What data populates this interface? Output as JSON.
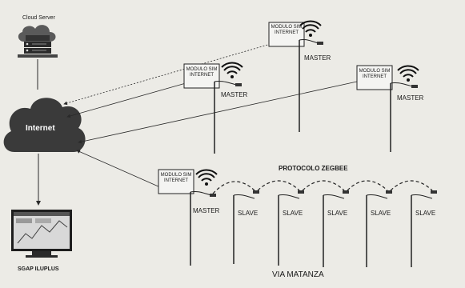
{
  "labels": {
    "cloud_server": "Cloud Server",
    "internet": "Internet",
    "sgap": "SGAP ILUPLUS",
    "protocol": "PROTOCOLO ZEGBEE",
    "street": "VIA MATANZA",
    "master": "MASTER",
    "slave": "SLAVE",
    "module_line1": "MODULO SIM",
    "module_line2": "INTERNET"
  },
  "masters": [
    {
      "role": "MASTER",
      "module": "MODULO SIM INTERNET"
    },
    {
      "role": "MASTER",
      "module": "MODULO SIM INTERNET"
    },
    {
      "role": "MASTER",
      "module": "MODULO SIM INTERNET"
    },
    {
      "role": "MASTER",
      "module": "MODULO SIM INTERNET"
    }
  ],
  "slaves": [
    "SLAVE",
    "SLAVE",
    "SLAVE",
    "SLAVE",
    "SLAVE"
  ],
  "colors": {
    "background": "#ecebe6",
    "line": "#2a2a2a",
    "cloud": "#3c3c3c",
    "internet_text": "#ffffff"
  },
  "icons": [
    "cloud-server-icon",
    "internet-cloud-icon",
    "monitor-icon",
    "wifi-icon",
    "street-pole-icon"
  ]
}
